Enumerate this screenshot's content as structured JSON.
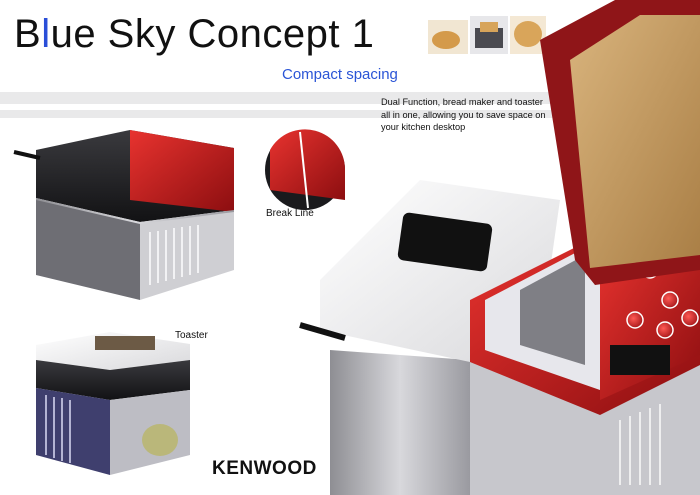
{
  "header": {
    "title_prefix": "B",
    "title_accent": "l",
    "title_suffix": "ue Sky Concept 1",
    "subtitle": "Compact spacing"
  },
  "description": "Dual Function, bread maker and toaster all in one, allowing you to save space on your kitchen desktop",
  "labels": {
    "break_line": "Break Line",
    "toaster": "Toaster"
  },
  "brand": "KENWOOD",
  "colors": {
    "accent_blue": "#2a4ed8",
    "body_red": "#b5171b",
    "lid_wood": "#c8a26b",
    "body_silver": "#b9b9bd"
  }
}
